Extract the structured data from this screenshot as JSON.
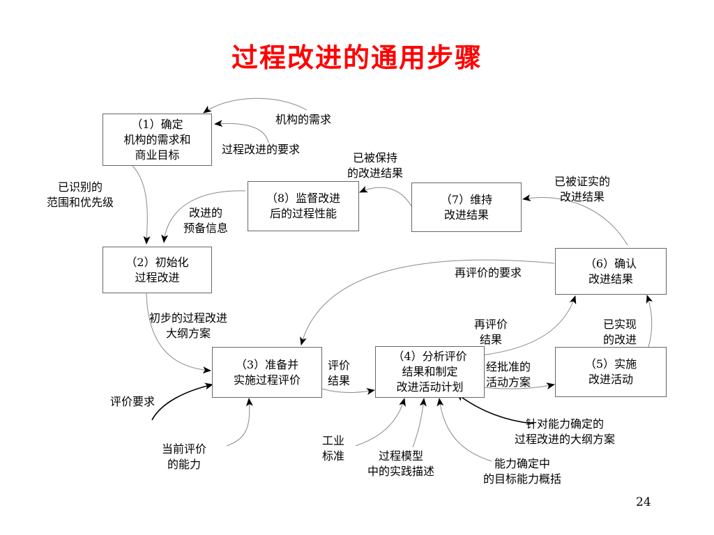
{
  "title": "过程改进的通用步骤",
  "page_number": "24",
  "boxes": {
    "b1": "（1）确定\n机构的需求和\n商业目标",
    "b2": "（2）初始化\n过程改进",
    "b3": "（3）准备并\n实施过程评价",
    "b4": "（4）分析评价\n结果和制定\n改进活动计划",
    "b5": "（5）实施\n改进活动",
    "b6": "（6）确认\n改进结果",
    "b7": "（7）维持\n改进结果",
    "b8": "（8）监督改进\n后的过程性能"
  },
  "labels": {
    "org_needs": "机构的需求",
    "process_req": "过程改进的要求",
    "scope_priority": "已识别的\n范围和优先级",
    "maintained": "已被保持\n的改进结果",
    "verified": "已被证实的\n改进结果",
    "prep_info": "改进的\n预备信息",
    "reeval_req": "再评价的要求",
    "initial_plan": "初步的过程改进\n大纲方案",
    "reeval_result": "再评价\n结果",
    "achieved": "已实现\n的改进",
    "eval_result": "评价\n结果",
    "approved_plan": "经批准的\n活动方案",
    "eval_req": "评价要求",
    "capability_outline": "针对能力确定的\n过程改进的大纲方案",
    "industry_std": "工业\n标准",
    "current_cap": "当前评价\n的能力",
    "process_model": "过程模型\n中的实践描述",
    "target_cap": "能力确定中\n的目标能力概括"
  }
}
